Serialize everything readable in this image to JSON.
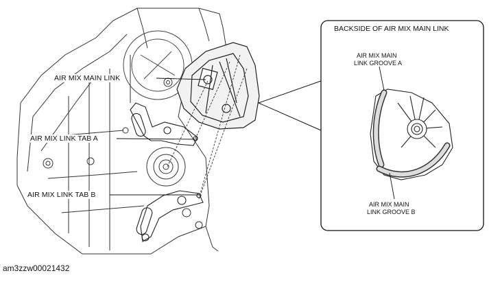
{
  "labels": {
    "main_link": "AIR MIX MAIN LINK",
    "tab_a": "AIR MIX LINK TAB A",
    "tab_b": "AIR MIX LINK TAB B"
  },
  "inset": {
    "title": "BACKSIDE OF AIR MIX MAIN LINK",
    "groove_a_line1": "AIR MIX MAIN",
    "groove_a_line2": "LINK GROOVE A",
    "groove_b_line1": "AIR MIX MAIN",
    "groove_b_line2": "LINK GROOVE B"
  },
  "caption": "am3zzw00021432"
}
